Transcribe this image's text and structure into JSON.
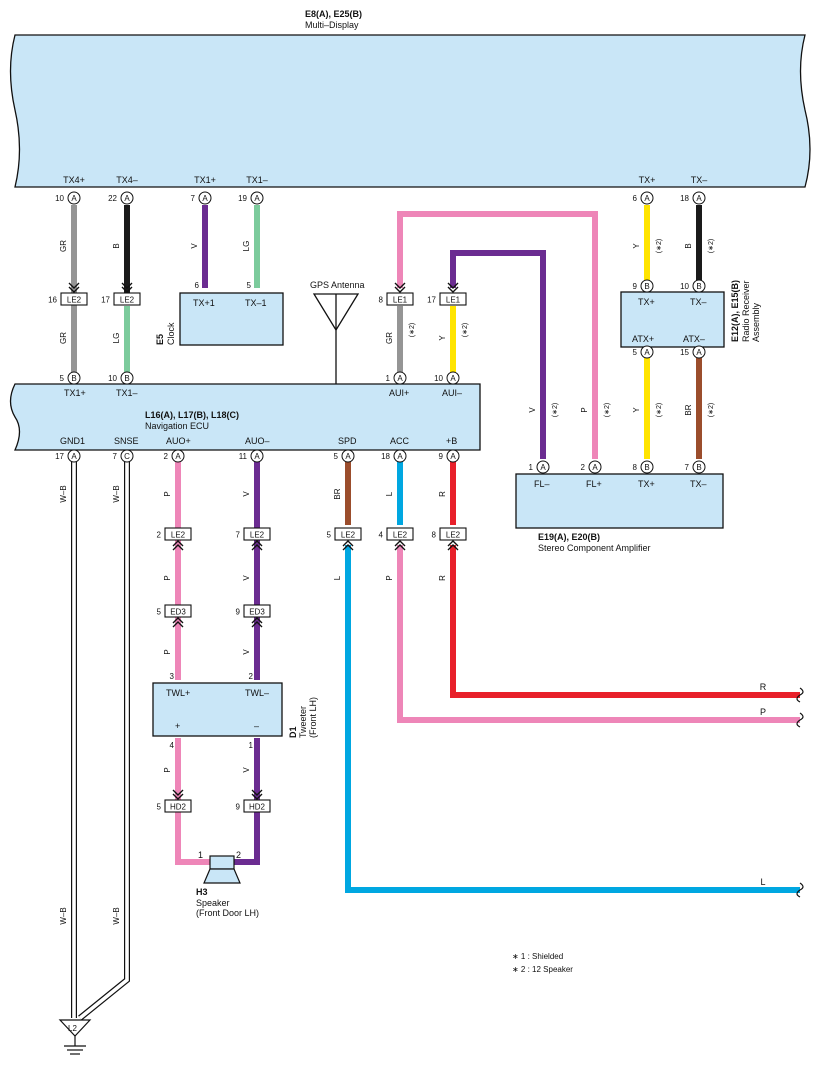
{
  "colors": {
    "GR": "#959595",
    "B": "#1a1a1a",
    "V": "#6b2c91",
    "LG": "#7ccb9c",
    "P": "#ee86b8",
    "Y": "#ffe400",
    "R": "#e8202a",
    "L": "#00a7e1",
    "BR": "#9b4d2c",
    "W-B": "#ffffff",
    "box_fill": "#c9e6f7"
  },
  "components": {
    "multi_display": {
      "code": "E8(A), E25(B)",
      "name": "Multi–Display"
    },
    "clock": {
      "code": "E5",
      "name": "Clock",
      "pins": [
        "TX+1",
        "TX–1"
      ]
    },
    "gps_antenna": {
      "name": "GPS Antenna"
    },
    "radio_receiver": {
      "code": "E12(A), E15(B)",
      "name_line1": "Radio Receiver",
      "name_line2": "Assembly",
      "pins_top": [
        "TX+",
        "TX–"
      ],
      "pins_bottom": [
        "ATX+",
        "ATX–"
      ]
    },
    "navigation_ecu": {
      "code": "L16(A), L17(B), L18(C)",
      "name": "Navigation ECU",
      "pins_top": [
        "TX1+",
        "TX1–",
        "AUI+",
        "AUI–"
      ],
      "pins_bottom": [
        "GND1",
        "SNSE",
        "AUO+",
        "AUO–",
        "SPD",
        "ACC",
        "+B"
      ]
    },
    "stereo_amplifier": {
      "code": "E19(A), E20(B)",
      "name": "Stereo Component Amplifier",
      "pins": [
        "FL–",
        "FL+",
        "TX+",
        "TX–"
      ]
    },
    "tweeter": {
      "code": "D1",
      "name_line1": "Tweeter",
      "name_line2": "(Front LH)",
      "pins_top": [
        "TWL+",
        "TWL–"
      ],
      "pins_bottom": [
        "+",
        "–"
      ]
    },
    "speaker": {
      "code": "H3",
      "name_line1": "Speaker",
      "name_line2": "(Front Door LH)"
    },
    "ground": {
      "code": "L2"
    }
  },
  "display_pins": [
    "TX4+",
    "TX4–",
    "TX1+",
    "TX1–",
    "TX+",
    "TX–"
  ],
  "pin_numbers": {
    "md": [
      "10",
      "22",
      "7",
      "19",
      "6",
      "18"
    ],
    "clock": [
      "6",
      "5"
    ],
    "ecu_top": [
      "5",
      "10",
      "1",
      "10"
    ],
    "ecu_bottom": [
      "17",
      "7",
      "2",
      "11",
      "5",
      "18",
      "9"
    ],
    "radio_top": [
      "9",
      "10"
    ],
    "radio_bottom": [
      "5",
      "15"
    ],
    "amp": [
      "1",
      "2",
      "8",
      "7"
    ],
    "twl_top": [
      "3",
      "2"
    ],
    "twl_bottom": [
      "4",
      "1"
    ],
    "speaker": [
      "1",
      "2"
    ]
  },
  "pin_letters": {
    "md": [
      "A",
      "A",
      "A",
      "A",
      "A",
      "A"
    ],
    "ecu_top": [
      "B",
      "B",
      "A",
      "A"
    ],
    "ecu_bottom": [
      "A",
      "C",
      "A",
      "A",
      "A",
      "A",
      "A"
    ],
    "radio_top": [
      "B",
      "B"
    ],
    "radio_bottom": [
      "A",
      "A"
    ],
    "amp": [
      "A",
      "A",
      "B",
      "B"
    ]
  },
  "connectors": {
    "le2_top": [
      "16",
      "LE2",
      "17",
      "LE2"
    ],
    "le1": [
      "8",
      "LE1",
      "17",
      "LE1"
    ],
    "le2_bottom": [
      "2",
      "LE2",
      "7",
      "LE2",
      "5",
      "LE2",
      "4",
      "LE2",
      "8",
      "LE2"
    ],
    "ed3": [
      "5",
      "ED3",
      "9",
      "ED3"
    ],
    "hd2": [
      "5",
      "HD2",
      "9",
      "HD2"
    ]
  },
  "wire_labels": {
    "gr_a": "GR",
    "b_a": "B",
    "v_clk": "V",
    "lg_clk": "LG",
    "y_rr": "Y",
    "b_rr": "B",
    "gr_b": "GR",
    "lg_b": "LG",
    "gr_aui": "GR",
    "y_aui": "Y",
    "v_fl": "V",
    "p_fl": "P",
    "y_atx": "Y",
    "br_atx": "BR",
    "wb_gnd": "W–B",
    "wb_snse": "W–B",
    "p_auo1": "P",
    "v_auo1": "V",
    "br_spd": "BR",
    "l_acc": "L",
    "r_b": "R",
    "p_auo2": "P",
    "v_auo2": "V",
    "l_spd2": "L",
    "p_acc2": "P",
    "r_b2": "R",
    "p_auo3": "P",
    "v_auo3": "V",
    "p_auo4": "P",
    "v_auo4": "V",
    "wb_gnd2": "W–B",
    "wb_snse2": "W–B",
    "out_r": "R",
    "out_p": "P",
    "out_l": "L"
  },
  "shield_marks": [
    "(∗2)",
    "(∗2)",
    "(∗2)",
    "(∗2)",
    "(∗2)",
    "(∗2)",
    "(∗2)",
    "(∗2)"
  ],
  "notes": [
    "∗ 1 : Shielded",
    "∗ 2 : 12 Speaker"
  ]
}
